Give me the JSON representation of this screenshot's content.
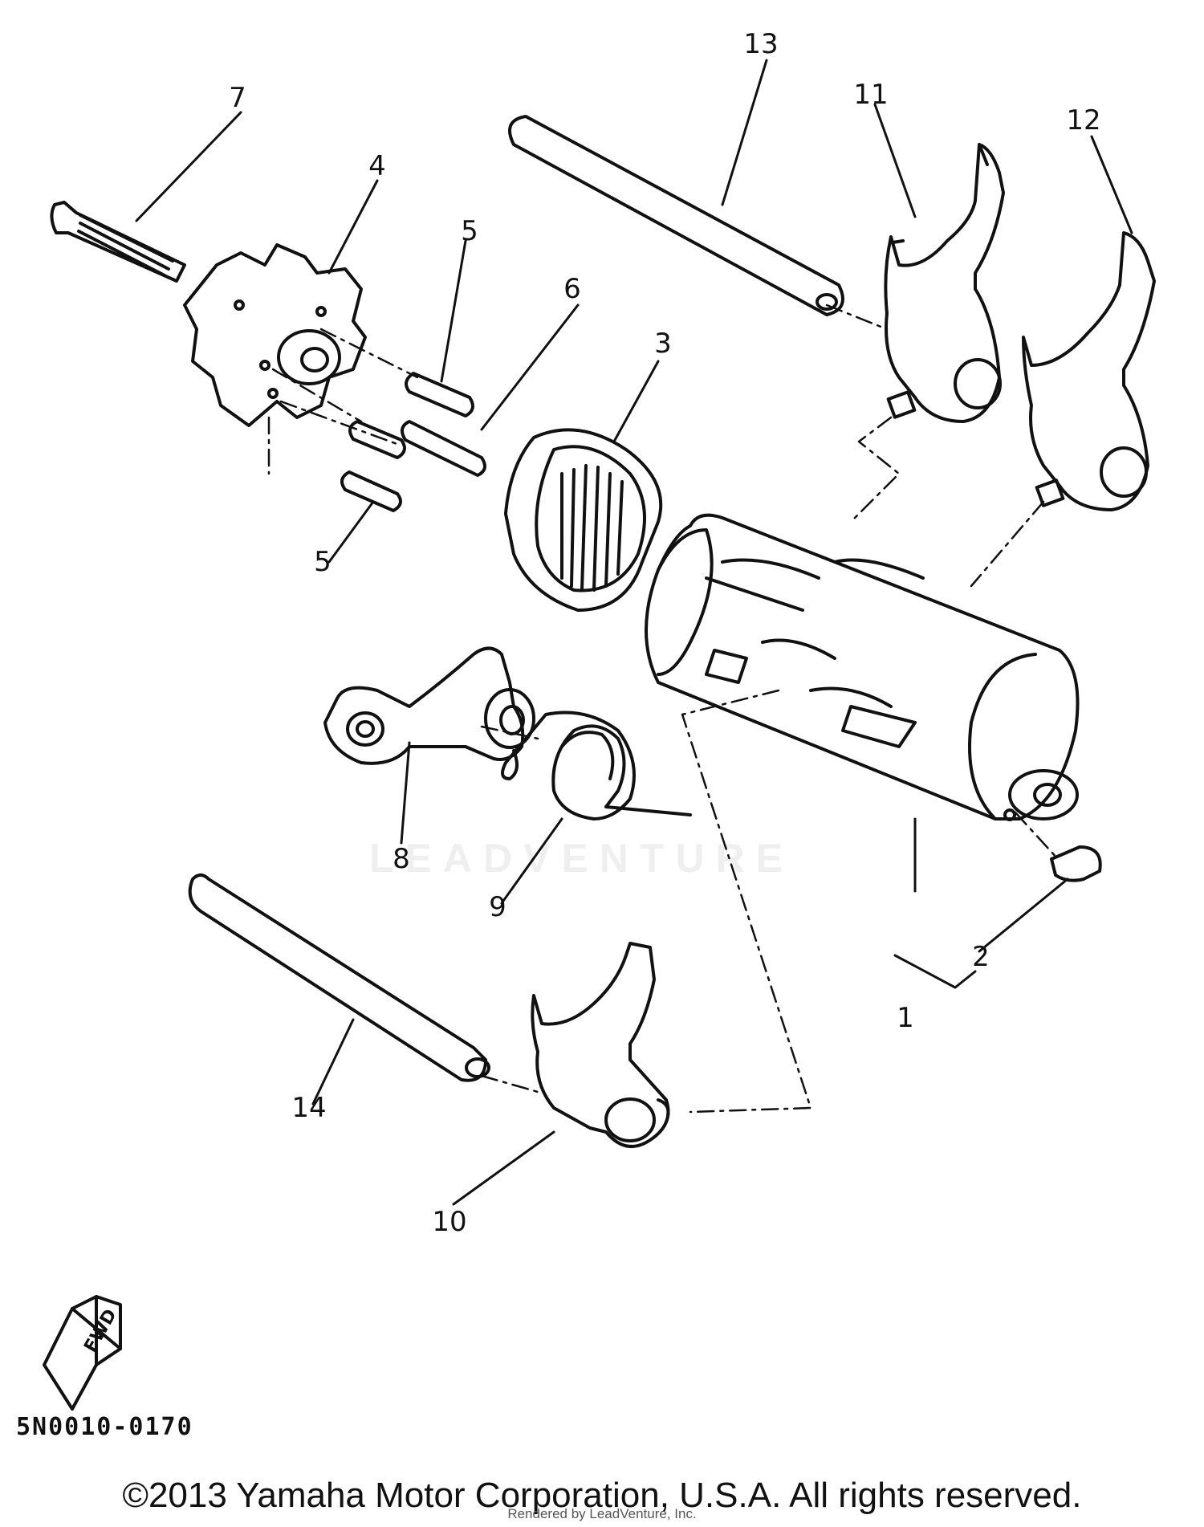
{
  "diagram": {
    "drawing_code": "5N0010-0170",
    "fwd_label": "FWD",
    "watermark": "LEADVENTURE",
    "copyright": "©2013 Yamaha Motor Corporation, U.S.A. All rights reserved.",
    "rendered_by": "Rendered by LeadVenture, Inc.",
    "callouts": [
      {
        "id": "c13",
        "label": "13"
      },
      {
        "id": "c11",
        "label": "11"
      },
      {
        "id": "c12",
        "label": "12"
      },
      {
        "id": "c7",
        "label": "7"
      },
      {
        "id": "c4",
        "label": "4"
      },
      {
        "id": "c5a",
        "label": "5"
      },
      {
        "id": "c6",
        "label": "6"
      },
      {
        "id": "c3",
        "label": "3"
      },
      {
        "id": "c5b",
        "label": "5"
      },
      {
        "id": "c8",
        "label": "8"
      },
      {
        "id": "c9",
        "label": "9"
      },
      {
        "id": "c2",
        "label": "2"
      },
      {
        "id": "c1",
        "label": "1"
      },
      {
        "id": "c14",
        "label": "14"
      },
      {
        "id": "c10",
        "label": "10"
      }
    ]
  }
}
